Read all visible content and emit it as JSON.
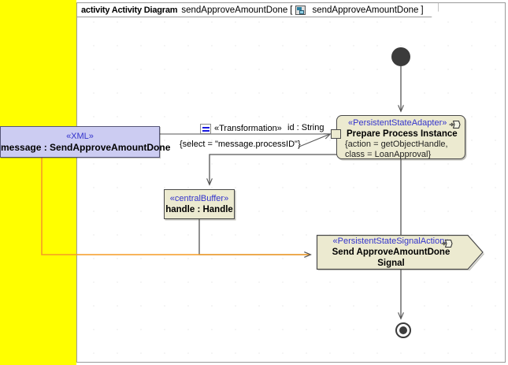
{
  "frame": {
    "keyword": "activity Activity Diagram",
    "name": "sendApproveAmountDone",
    "bracket_open": "[",
    "icon": "signal-classifier-icon",
    "inner_name": "sendApproveAmountDone",
    "bracket_close": "]"
  },
  "colors": {
    "selection": "#ffff00",
    "object_node_fill": "#ccccf2",
    "action_fill": "#ecead0",
    "stereotype_text": "#3333cc",
    "edge": "#555555",
    "object_flow_edge": "#f59c25",
    "control_node": "#3b3b3b"
  },
  "nodes": {
    "initial": {
      "name": "initial-node"
    },
    "final": {
      "name": "activity-final-node"
    },
    "xml_message": {
      "stereotype": "«XML»",
      "label": "message : SendApproveAmountDone"
    },
    "adapter": {
      "stereotype": "«PersistentStateAdapter»",
      "label": "Prepare Process Instance",
      "constraint_line1": "{action = getObjectHandle,",
      "constraint_line2": "class = LoanApproval}",
      "icon": "send-signal-action-icon"
    },
    "central_buffer": {
      "stereotype": "«centralBuffer»",
      "label": "handle : Handle"
    },
    "signal_action": {
      "stereotype": "«PersistentStateSignalAction»",
      "label_line1": "Send ApproveAmountDone",
      "label_line2": "Signal",
      "icon": "send-signal-action-icon"
    }
  },
  "edges": {
    "transformation_stereotype": "«Transformation»",
    "transformation_icon": "transformation-icon",
    "pin_type": "id : String",
    "selector_constraint": "{select = \"message.processID\"}"
  }
}
